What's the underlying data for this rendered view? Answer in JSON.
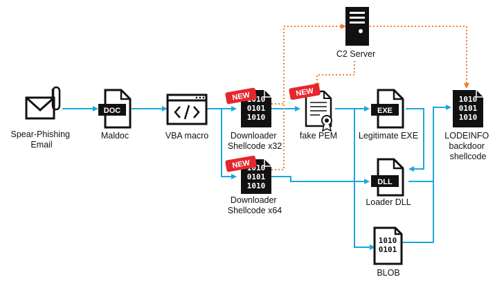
{
  "nodes": {
    "email": {
      "label_lines": [
        "Spear-Phishing",
        "Email"
      ]
    },
    "maldoc": {
      "label_lines": [
        "Maldoc"
      ],
      "tag": "DOC"
    },
    "vba": {
      "label_lines": [
        "VBA macro"
      ]
    },
    "dl32": {
      "label_lines": [
        "Downloader",
        "Shellcode x32"
      ],
      "badge": "NEW",
      "binary": [
        "1010",
        "0101",
        "1010"
      ]
    },
    "dl64": {
      "label_lines": [
        "Downloader",
        "Shellcode x64"
      ],
      "badge": "NEW",
      "binary": [
        "1010",
        "0101",
        "1010"
      ]
    },
    "pem": {
      "label_lines": [
        "fake PEM"
      ],
      "badge": "NEW"
    },
    "c2": {
      "label_lines": [
        "C2 Server"
      ]
    },
    "exe": {
      "label_lines": [
        "Legitimate EXE"
      ],
      "tag": "EXE"
    },
    "dll": {
      "label_lines": [
        "Loader DLL"
      ],
      "tag": "DLL"
    },
    "blob": {
      "label_lines": [
        "BLOB"
      ],
      "binary": [
        "1010",
        "0101"
      ]
    },
    "lodeinfo": {
      "label_lines": [
        "LODEINFO",
        "backdoor",
        "shellcode"
      ],
      "binary": [
        "1010",
        "0101",
        "1010"
      ]
    }
  },
  "colors": {
    "flow_line": "#1aa7dd",
    "c2_line": "#ee7d31",
    "badge": "#e5272d",
    "icon": "#111111"
  }
}
